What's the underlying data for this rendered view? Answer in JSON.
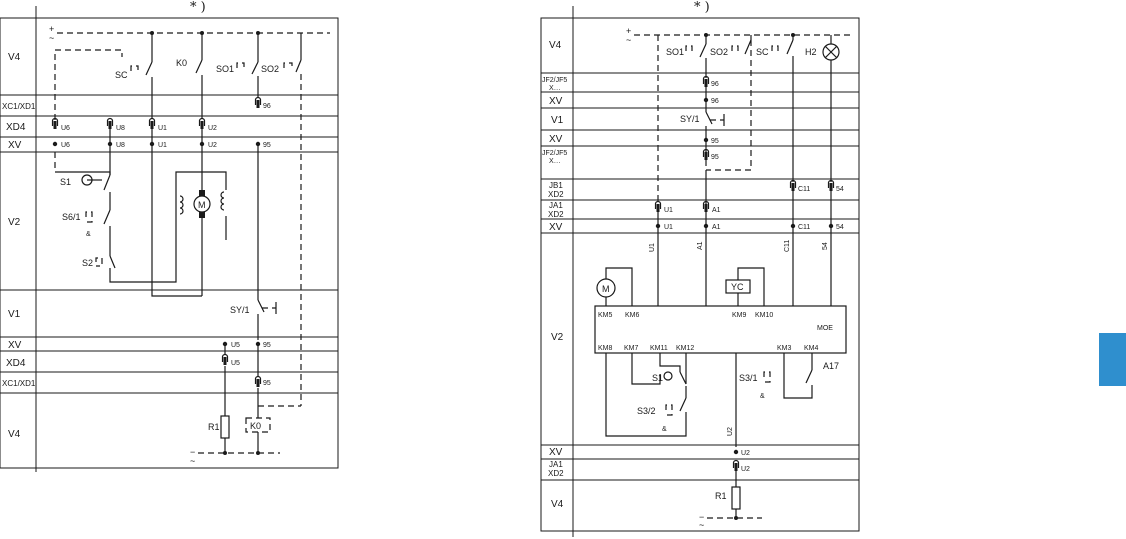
{
  "accent_color": "#2f8fce",
  "diagram_left": {
    "note": "* )",
    "rows": [
      "V4",
      "XC1/XD1",
      "XD4",
      "XV",
      "V2",
      "V1",
      "XV",
      "XD4",
      "XC1/XD1",
      "V4"
    ],
    "terminals": [
      "U6",
      "U8",
      "U1",
      "U2",
      "96",
      "U6",
      "U8",
      "U1",
      "U2",
      "95",
      "U5",
      "95",
      "U5",
      "95"
    ],
    "components": [
      "SC",
      "K0",
      "SO1",
      "SO2",
      "S1",
      "S6/1",
      "S2",
      "M",
      "SY/1",
      "R1",
      "K0"
    ],
    "supply": [
      "+",
      "~",
      "−",
      "~"
    ]
  },
  "diagram_right": {
    "note": "* )",
    "rows": [
      "V4",
      "JF2/JF5",
      "X…",
      "XV",
      "V1",
      "XV",
      "JF2/JF5",
      "X…",
      "JB1",
      "XD2",
      "JA1",
      "XD2",
      "XV",
      "V2",
      "XV",
      "JA1",
      "XD2",
      "V4"
    ],
    "terminals": [
      "96",
      "96",
      "95",
      "95",
      "C11",
      "54",
      "U1",
      "A1",
      "U1",
      "A1",
      "C11",
      "54",
      "U2",
      "U2"
    ],
    "wire_labels": [
      "U1",
      "A1",
      "C11",
      "54",
      "U2"
    ],
    "components": [
      "SO1",
      "SO2",
      "SC",
      "H2",
      "SY/1",
      "M",
      "YC",
      "KM5",
      "KM6",
      "KM9",
      "KM10",
      "MOE",
      "KM8",
      "KM7",
      "KM11",
      "KM12",
      "KM3",
      "KM4",
      "A17",
      "S1",
      "S3/2",
      "S3/1",
      "R1"
    ],
    "supply": [
      "+",
      "~",
      "−",
      "~"
    ]
  }
}
